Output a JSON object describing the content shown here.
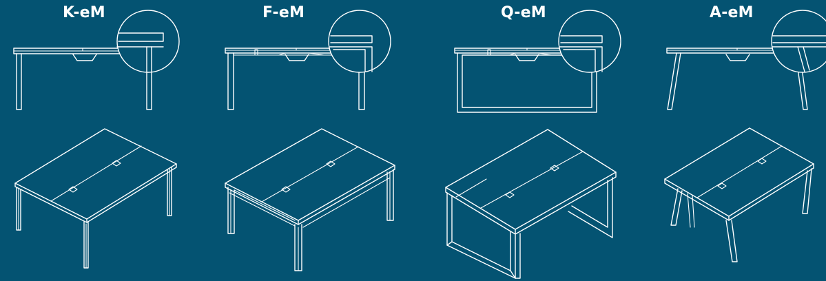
{
  "colors": {
    "background": "#045372",
    "line": "#ffffff"
  },
  "models": [
    {
      "id": "k-em",
      "label": "K-eM",
      "leg_style": "straight-legs"
    },
    {
      "id": "f-em",
      "label": "F-eM",
      "leg_style": "frame-legs"
    },
    {
      "id": "q-em",
      "label": "Q-eM",
      "leg_style": "loop-frame"
    },
    {
      "id": "a-em",
      "label": "A-eM",
      "leg_style": "angled-legs"
    }
  ]
}
